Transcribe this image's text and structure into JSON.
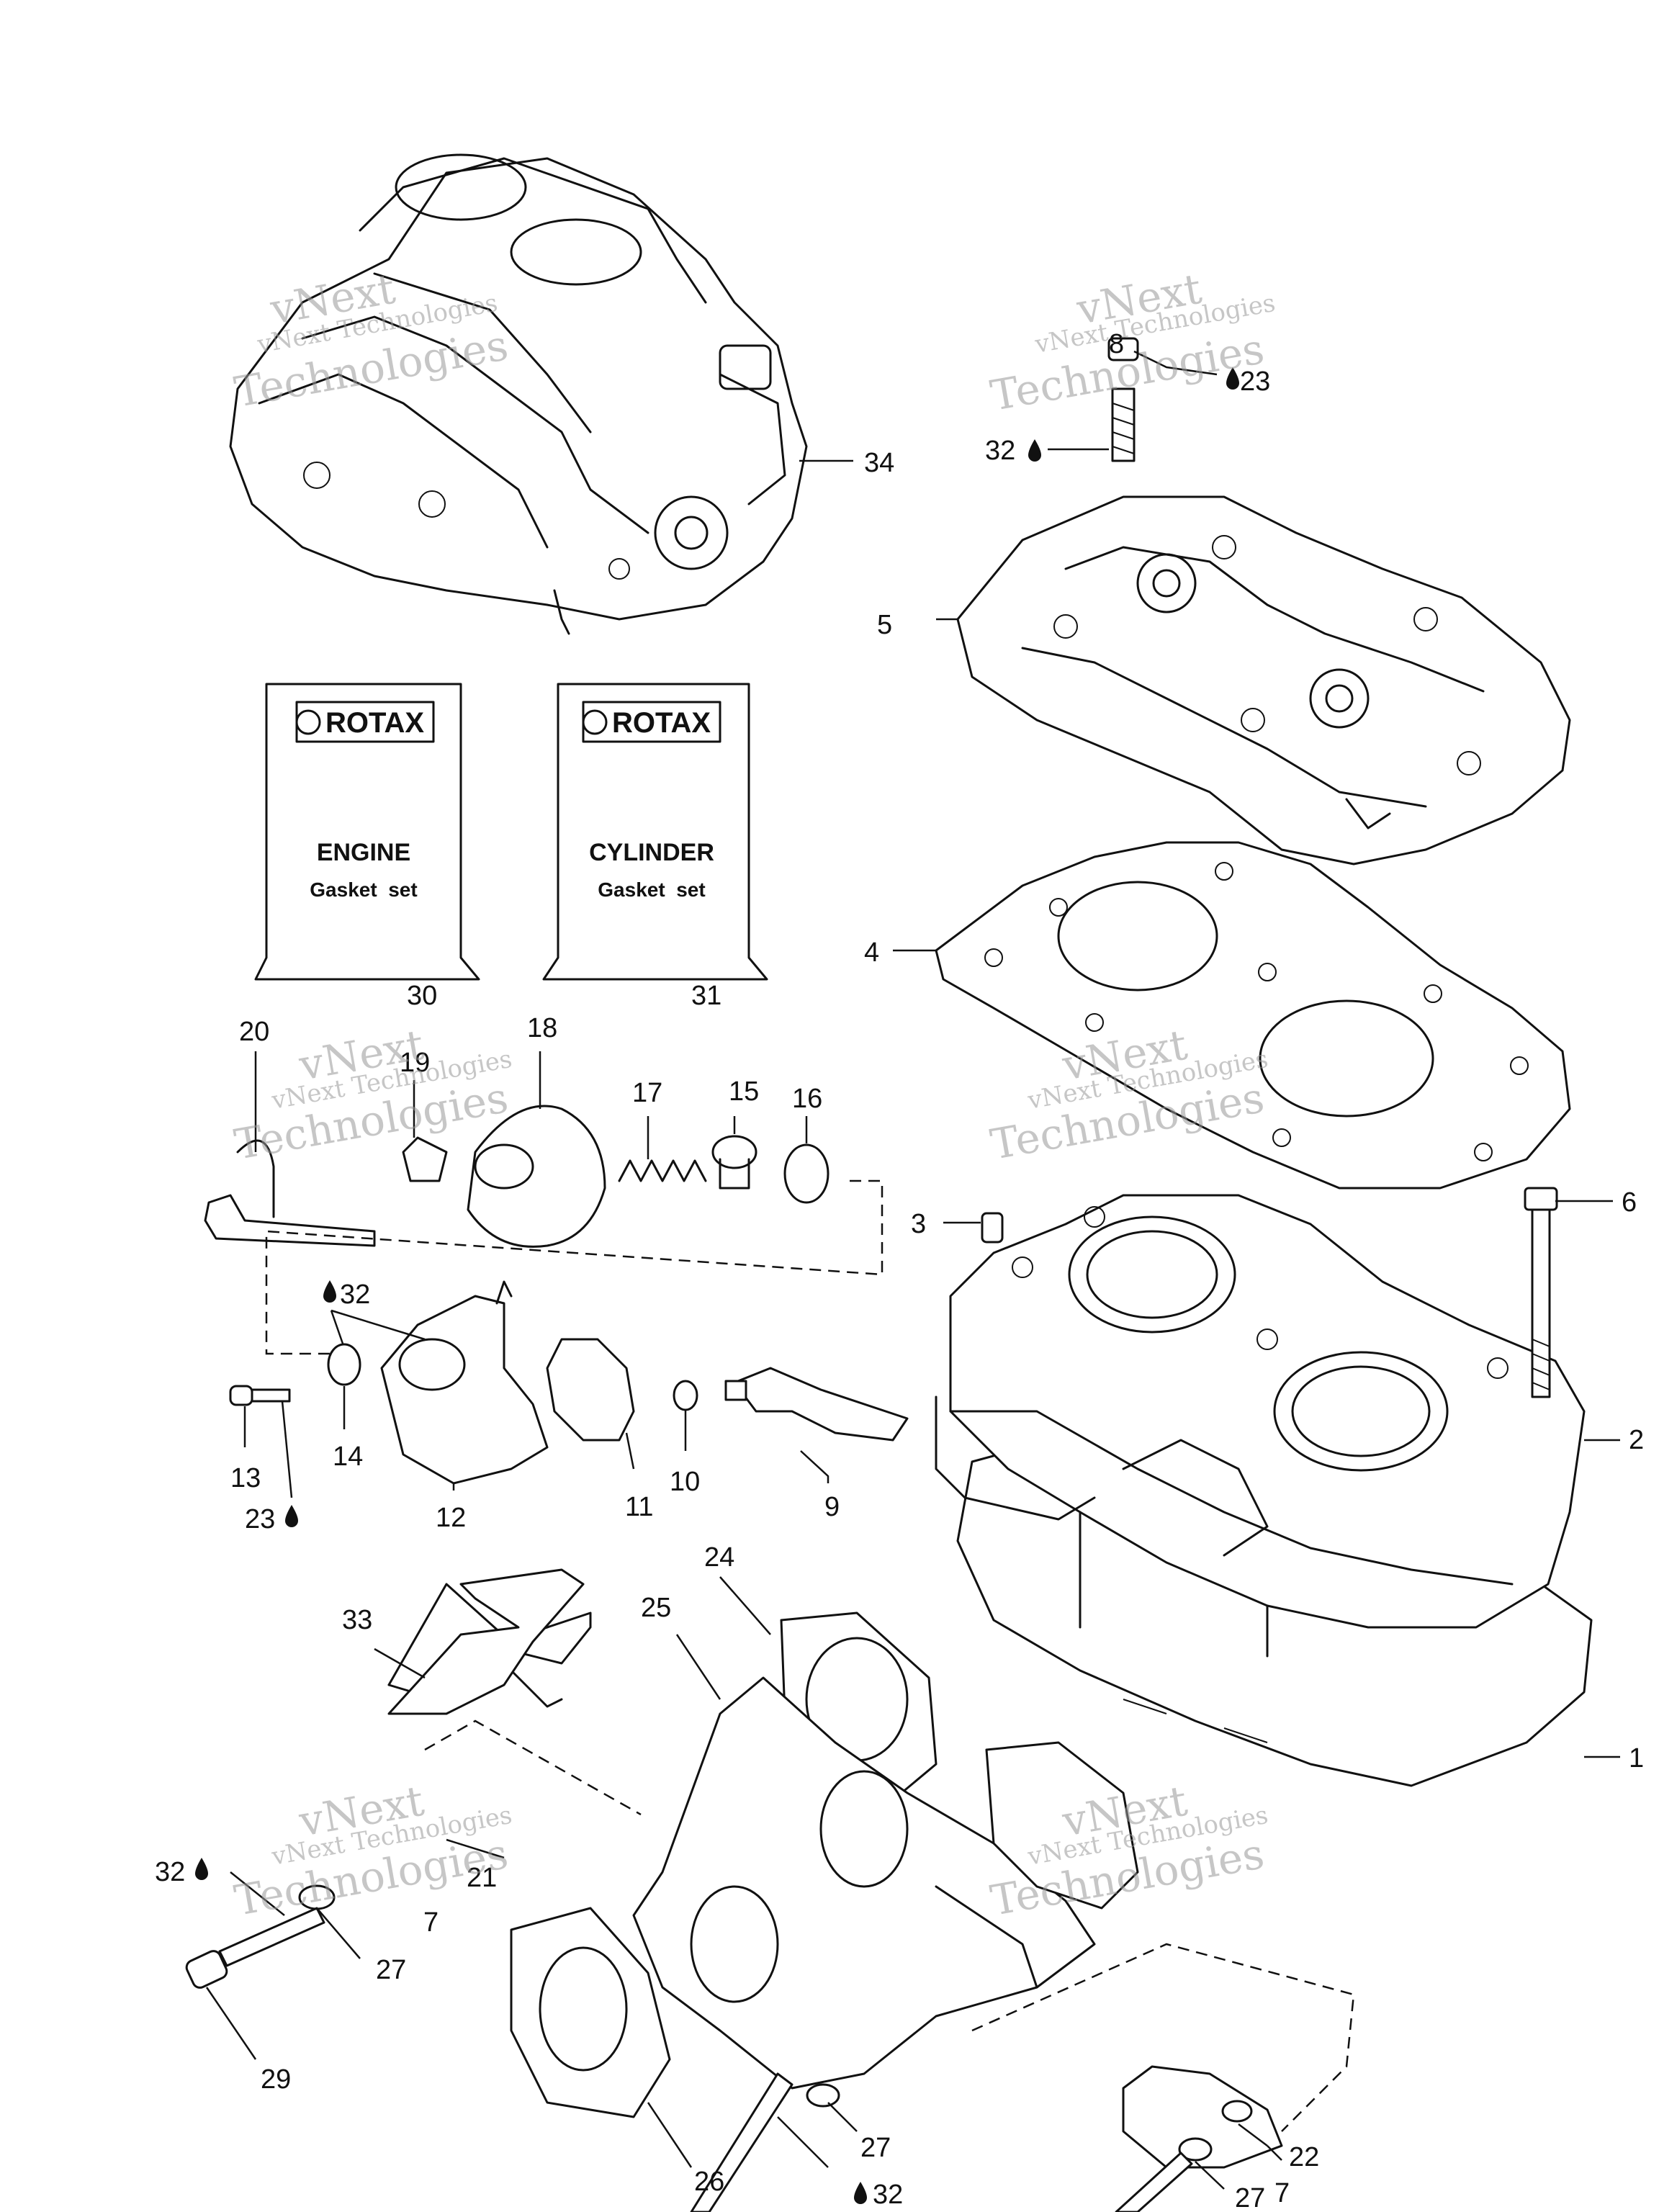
{
  "callouts": {
    "c1": "1",
    "c2": "2",
    "c3": "3",
    "c4": "4",
    "c5": "5",
    "c6": "6",
    "c7a": "7",
    "c7b": "7",
    "c8": "8",
    "c9": "9",
    "c10": "10",
    "c11": "11",
    "c12": "12",
    "c13": "13",
    "c14": "14",
    "c15": "15",
    "c16": "16",
    "c17": "17",
    "c18": "18",
    "c19": "19",
    "c20": "20",
    "c21": "21",
    "c22": "22",
    "c23a": "23",
    "c23b": "23",
    "c24": "24",
    "c25": "25",
    "c26": "26",
    "c27a": "27",
    "c27b": "27",
    "c27c": "27",
    "c29": "29",
    "c30": "30",
    "c31": "31",
    "c32a": "32",
    "c32b": "32",
    "c32c": "32",
    "c32d": "32",
    "c33": "33",
    "c34": "34"
  },
  "gasket_sets": {
    "engine": {
      "brand": "ROTAX",
      "line1": "ENGINE",
      "line2": "Gasket  set"
    },
    "cylinder": {
      "brand": "ROTAX",
      "line1": "CYLINDER",
      "line2": "Gasket  set"
    }
  },
  "watermark": {
    "line1": "vNext Technologies",
    "line2": "vNext",
    "line3": "Technologies"
  }
}
